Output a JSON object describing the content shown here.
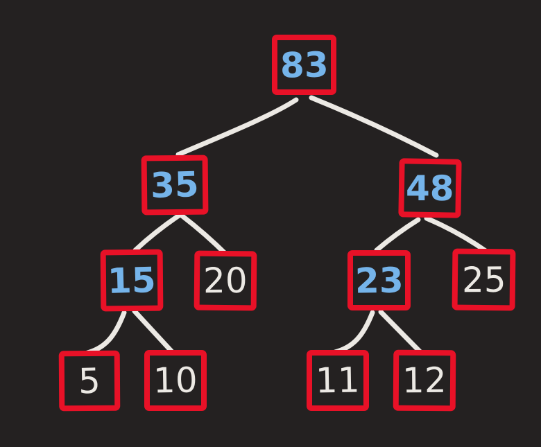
{
  "tree": {
    "type": "binary-tree-diagram",
    "style": {
      "background_color": "#242121",
      "node_border_color": "#e81127",
      "edge_color": "#ece9e4",
      "highlight_value_color": "#75b4ea",
      "default_value_color": "#ece9e4"
    },
    "nodes": [
      {
        "id": "83",
        "value": "83",
        "highlighted": true
      },
      {
        "id": "35",
        "value": "35",
        "highlighted": true
      },
      {
        "id": "48",
        "value": "48",
        "highlighted": true
      },
      {
        "id": "15",
        "value": "15",
        "highlighted": true
      },
      {
        "id": "20",
        "value": "20",
        "highlighted": false
      },
      {
        "id": "23",
        "value": "23",
        "highlighted": true
      },
      {
        "id": "25",
        "value": "25",
        "highlighted": false
      },
      {
        "id": "5",
        "value": "5",
        "highlighted": false
      },
      {
        "id": "10",
        "value": "10",
        "highlighted": false
      },
      {
        "id": "11",
        "value": "11",
        "highlighted": false
      },
      {
        "id": "12",
        "value": "12",
        "highlighted": false
      }
    ],
    "edges": [
      {
        "from": "83",
        "to": "35"
      },
      {
        "from": "83",
        "to": "48"
      },
      {
        "from": "35",
        "to": "15"
      },
      {
        "from": "35",
        "to": "20"
      },
      {
        "from": "48",
        "to": "23"
      },
      {
        "from": "48",
        "to": "25"
      },
      {
        "from": "15",
        "to": "5"
      },
      {
        "from": "15",
        "to": "10"
      },
      {
        "from": "23",
        "to": "11"
      },
      {
        "from": "23",
        "to": "12"
      }
    ]
  }
}
